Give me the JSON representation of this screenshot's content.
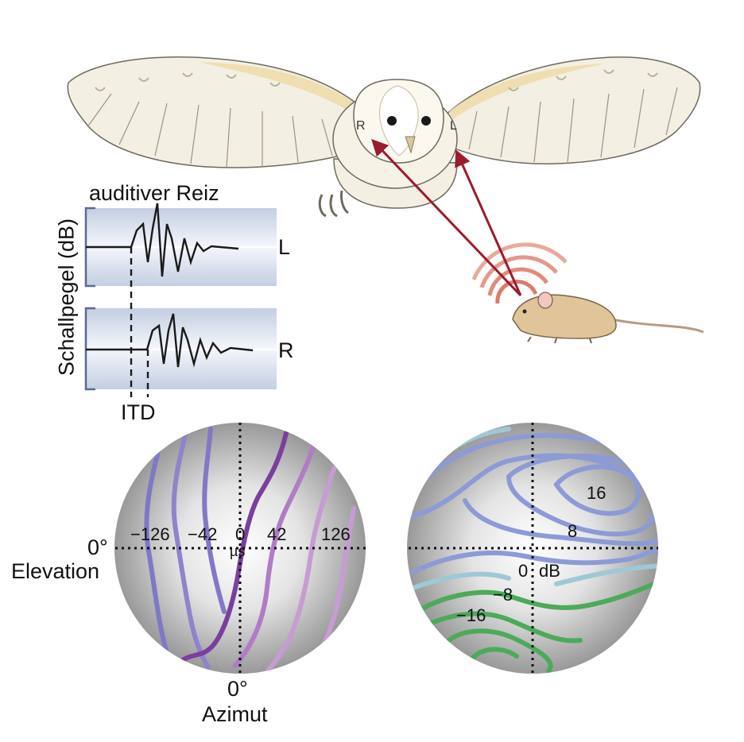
{
  "waveform": {
    "title": "auditiver Reiz",
    "y_axis_label": "Schallpegel (dB)",
    "left_channel_label": "L",
    "right_channel_label": "R",
    "delay_label": "ITD"
  },
  "owl": {
    "right_ear_label": "R",
    "left_ear_label": "L"
  },
  "itd_globe": {
    "contour_labels": [
      "−126",
      "−42",
      "0",
      "42",
      "126"
    ],
    "unit": "µs",
    "elevation_zero": "0°",
    "elevation_label": "Elevation",
    "azimuth_zero": "0°",
    "azimuth_label": "Azimut"
  },
  "ild_globe": {
    "contour_labels": [
      "16",
      "8",
      "0",
      "−8",
      "−16"
    ],
    "unit": "dB"
  },
  "colors": {
    "arrow": "#9b1c2c",
    "waveform_band": "#c9d4e6",
    "itd_contours": [
      "#7d78c8",
      "#8d84cc",
      "#7a3f9e",
      "#b07cc6",
      "#c79bd4"
    ],
    "ild_positive": "#8c9ad6",
    "ild_zero": "#9fc8d6",
    "ild_negative": "#4caa5a",
    "owl_feather": "#f3efe3",
    "owl_back": "#ecd9a4",
    "mouse": "#e0c49a"
  }
}
